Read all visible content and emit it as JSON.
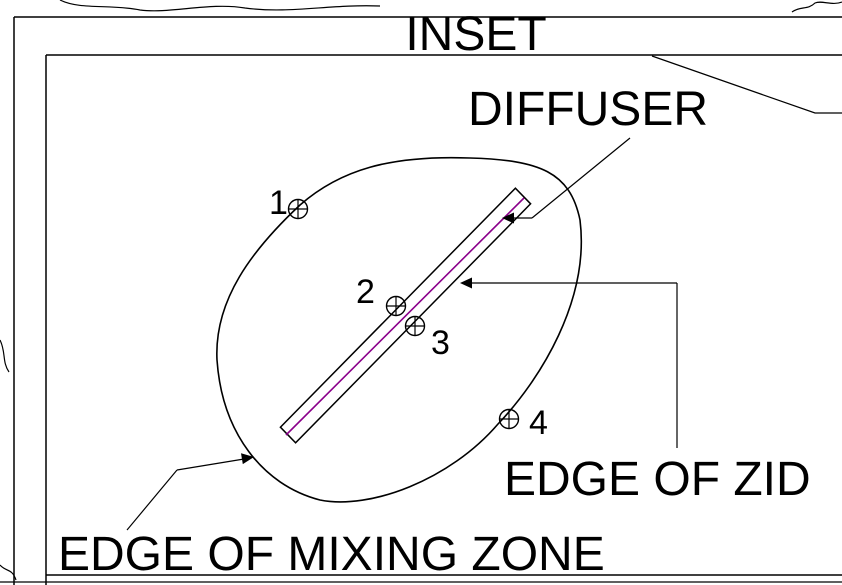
{
  "labels": {
    "inset": "INSET",
    "diffuser": "DIFFUSER",
    "edge_zid": "EDGE OF ZID",
    "edge_mixing": "EDGE OF MIXING ZONE"
  },
  "stations": [
    {
      "id": "1"
    },
    {
      "id": "2"
    },
    {
      "id": "3"
    },
    {
      "id": "4"
    }
  ],
  "colors": {
    "line": "#000000",
    "diffuser_centerline": "#8b008b",
    "background": "#ffffff"
  }
}
